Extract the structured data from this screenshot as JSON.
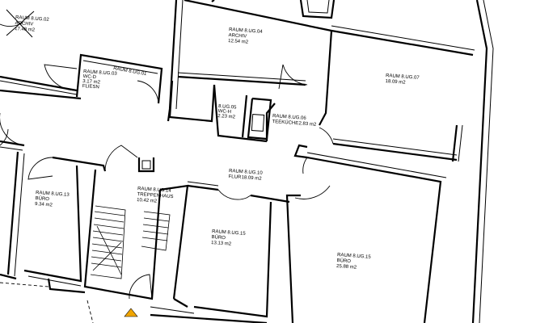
{
  "rooms": [
    {
      "id": "r-ug02",
      "lines": [
        "RAUM 8.UG.02",
        "ARCHIV",
        "17.48 m2"
      ]
    },
    {
      "id": "r-ug03",
      "lines": [
        "RAUM 8.UG.03",
        "WC-D",
        "3.17 m2",
        "FLIESN"
      ]
    },
    {
      "id": "r-ug01",
      "lines": [
        "RAUM 8.UG.01"
      ]
    },
    {
      "id": "r-ug04",
      "lines": [
        "RAUM 8.UG.04",
        "ARCHIV",
        "12.54 m2"
      ]
    },
    {
      "id": "r-ug07",
      "lines": [
        "RAUM 8.UG.07",
        "18.09 m2"
      ]
    },
    {
      "id": "r-ug05",
      "lines": [
        "8.UG.05",
        "WC-H",
        "2.23 m2"
      ]
    },
    {
      "id": "r-ug06",
      "lines": [
        "RAUM 8.UG.06",
        "TEEKÜCHE",
        "2.83 m2"
      ]
    },
    {
      "id": "r-ug10",
      "lines": [
        "RAUM 8.UG.10",
        "FLUR",
        "18.09 m2"
      ]
    },
    {
      "id": "r-ug13",
      "lines": [
        "RAUM 8.UG.13",
        "BÜRO",
        "9.34 m2"
      ]
    },
    {
      "id": "r-ug14",
      "lines": [
        "RAUM 8.UG.14",
        "TREPPENHAUS",
        "10.42 m2"
      ]
    },
    {
      "id": "r-ug15a",
      "lines": [
        "RAUM 8.UG.15",
        "BÜRO",
        "13.13 m2"
      ]
    },
    {
      "id": "r-ug15b",
      "lines": [
        "RAUM 8.UG.15",
        "BÜRO",
        "25.88 m2"
      ]
    }
  ],
  "colors": {
    "line": "#000000",
    "background": "#ffffff",
    "marker": "#f0a500"
  }
}
